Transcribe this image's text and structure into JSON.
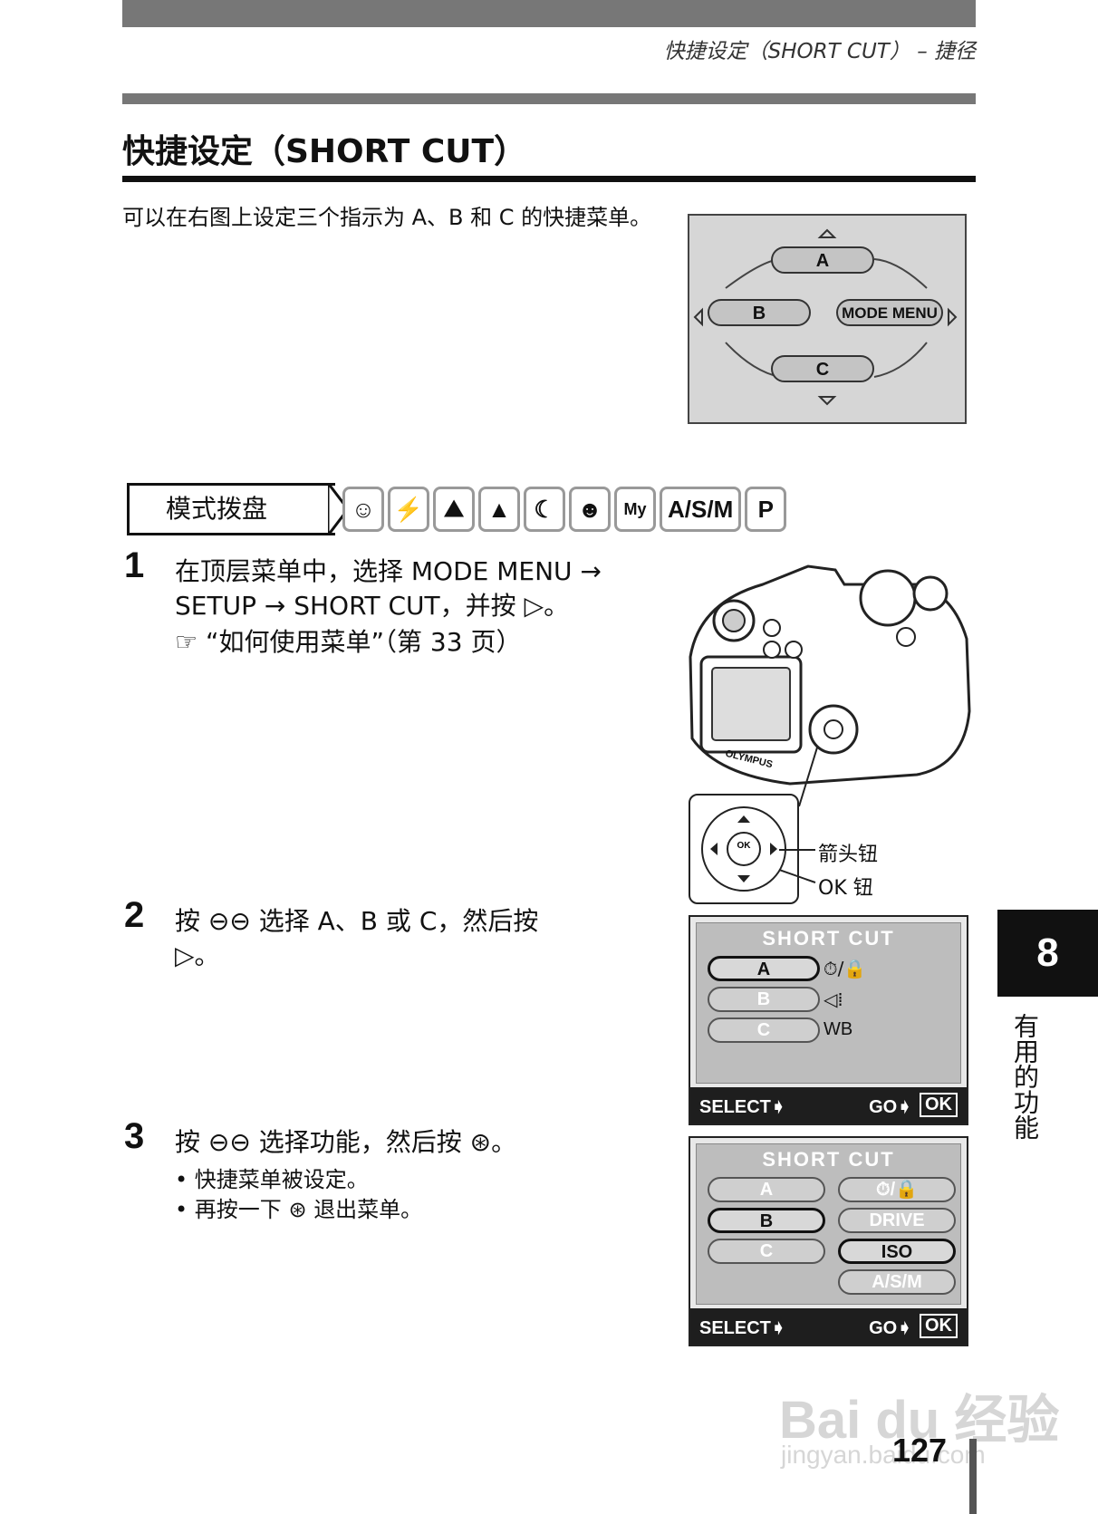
{
  "header": {
    "running_title": "快捷设定（SHORT CUT） – 捷径"
  },
  "section": {
    "title": "快捷设定（SHORT CUT）",
    "intro": "可以在右图上设定三个指示为 A、B 和 C 的快捷菜单。"
  },
  "figure1": {
    "top": "A",
    "left": "B",
    "right": "MODE MENU",
    "bottom": "C"
  },
  "mode_dial": {
    "label": "模式拨盘",
    "asm": "A/S/M",
    "p": "P",
    "icons": [
      "portrait-icon",
      "sports-icon",
      "landscape-portrait-icon",
      "landscape-icon",
      "night-scene-icon",
      "self-portrait-icon",
      "my-mode-icon"
    ]
  },
  "step1": {
    "num": "1",
    "line1": "在顶层菜单中，选择 MODE MENU →",
    "line2": "SETUP → SHORT CUT，并按",
    "line2_end": "。",
    "ref": "“如何使用菜单”（第 33 页）"
  },
  "camera_callouts": {
    "arrow": "箭头钮",
    "ok": "OK 钮",
    "brand": "OLYMPUS"
  },
  "step2": {
    "num": "2",
    "text": "按",
    "text2": "选择 A、B 或 C，然后按",
    "text3": "。"
  },
  "step3": {
    "num": "3",
    "text": "按",
    "text2": "选择功能，然后按",
    "text3": "。",
    "bullets": [
      "快捷菜单被设定。",
      "再按一下",
      "退出菜单。"
    ]
  },
  "lcd1": {
    "title": "SHORT  CUT",
    "rows": [
      "A",
      "B",
      "C"
    ],
    "values": [
      "⏱/🔒",
      "◁⁞",
      "WB"
    ],
    "select": "SELECT➧",
    "go": "GO➧",
    "ok": "OK"
  },
  "lcd2": {
    "title": "SHORT  CUT",
    "rows": [
      "A",
      "B",
      "C"
    ],
    "options": [
      "⏱/🔒",
      "DRIVE",
      "ISO",
      "A/S/M"
    ],
    "select": "SELECT➧",
    "go": "GO➧",
    "ok": "OK"
  },
  "side": {
    "chapter": "8",
    "label": "有用的功能"
  },
  "footer": {
    "page": "127"
  },
  "watermark": {
    "main": "Bai du 经验",
    "sub": "jingyan.baidu.com"
  }
}
